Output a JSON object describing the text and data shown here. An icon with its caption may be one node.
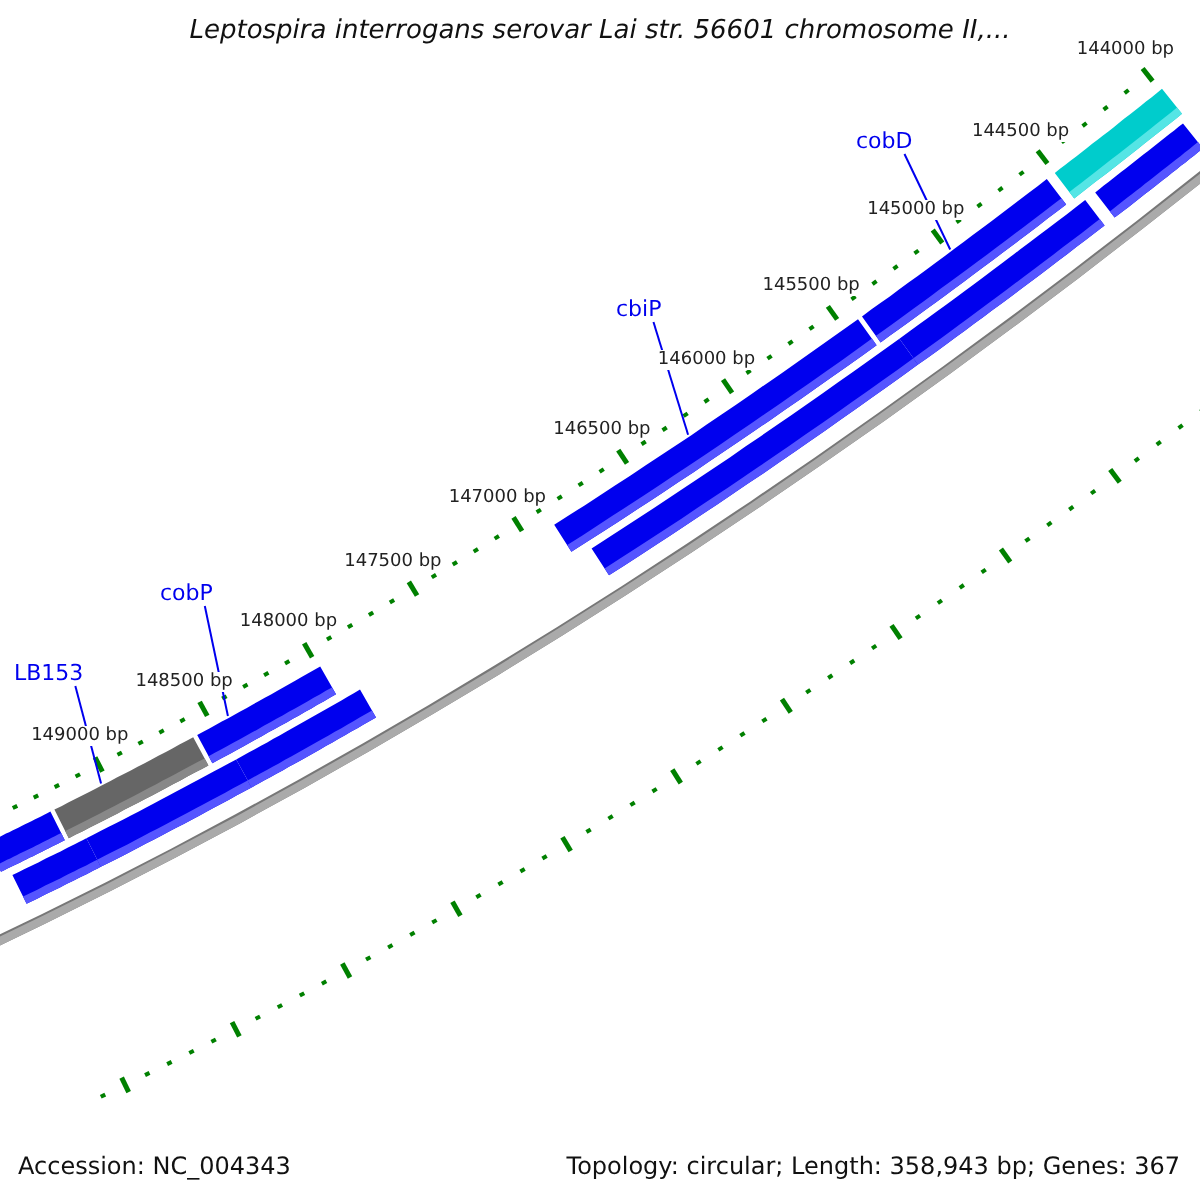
{
  "diagram": {
    "title": "Leptospira interrogans serovar Lai str. 56601 chromosome II,...",
    "nodes": [
      {
        "text": [
          "cobD"
        ]
      },
      {
        "text": [],
        "shape": "bar"
      },
      {
        "text": [
          "cbiP"
        ]
      },
      {
        "text": [],
        "shape": "bar"
      },
      {
        "text": [
          "cobP"
        ]
      },
      {
        "text": [],
        "shape": "bar"
      },
      {
        "text": [
          "LB153"
        ]
      },
      {
        "text": [],
        "shape": "bar"
      },
      {
        "text": [],
        "shape": "bar"
      },
      {
        "text": [],
        "shape": "bar"
      },
      {
        "text": [],
        "shape": "bar"
      },
      {
        "text": [],
        "shape": "bar"
      },
      {
        "text": [],
        "shape": "bar"
      },
      {
        "text": [],
        "shape": "bar"
      },
      {
        "text": [],
        "shape": "bar"
      },
      {
        "text": [],
        "shape": "bar"
      }
    ],
    "edges": [
      {
        "from": 0,
        "to": 1,
        "arrow": "none"
      },
      {
        "from": 2,
        "to": 3,
        "arrow": "none"
      },
      {
        "from": 4,
        "to": 5,
        "arrow": "none"
      },
      {
        "from": 6,
        "to": 7,
        "arrow": "none"
      }
    ],
    "labels": [
      "144000 bp",
      "144500 bp",
      "145000 bp",
      "145500 bp",
      "146000 bp",
      "146500 bp",
      "147000 bp",
      "147500 bp",
      "148000 bp",
      "148500 bp",
      "149000 bp",
      "Accession: NC_004343",
      "Topology: circular; Length: 358,943 bp; Genes: 367"
    ]
  }
}
